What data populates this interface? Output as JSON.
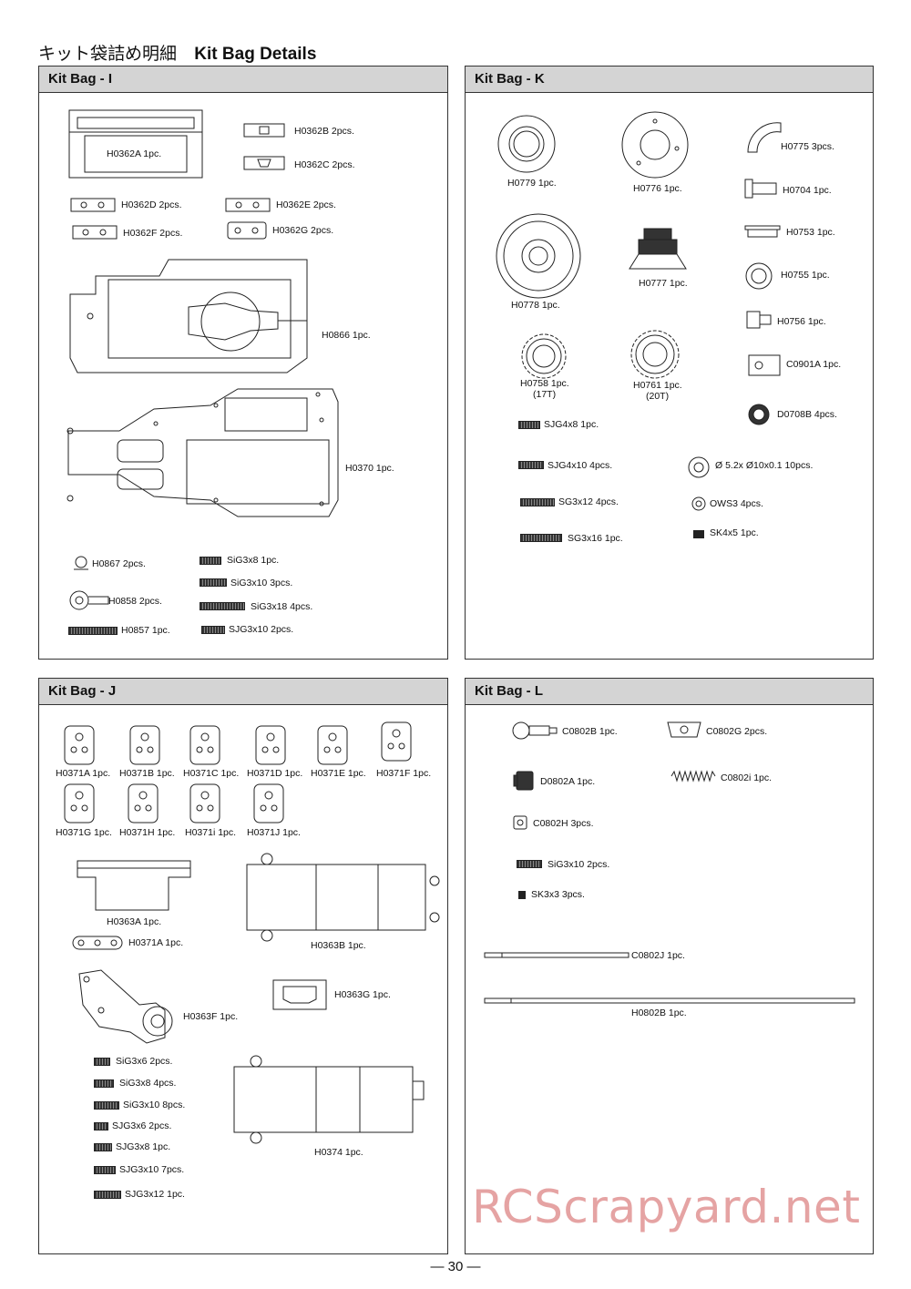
{
  "page": {
    "title_jp": "キット袋詰め明細",
    "title_en": "Kit Bag Details",
    "page_number": "— 30 —",
    "watermark": "RCScrapyard.net"
  },
  "bag_i": {
    "header": "Kit Bag - I",
    "parts": {
      "h0362a": "H0362A  1pc.",
      "h0362b": "H0362B  2pcs.",
      "h0362c": "H0362C  2pcs.",
      "h0362d": "H0362D  2pcs.",
      "h0362e": "H0362E  2pcs.",
      "h0362f": "H0362F  2pcs.",
      "h0362g": "H0362G  2pcs.",
      "h0866": "H0866  1pc.",
      "h0370": "H0370  1pc.",
      "h0867": "H0867  2pcs.",
      "h0858": "H0858  2pcs.",
      "h0857": "H0857  1pc.",
      "sig3x8": "SiG3x8  1pc.",
      "sig3x10": "SiG3x10  3pcs.",
      "sig3x18": "SiG3x18  4pcs.",
      "sjg3x10": "SJG3x10  2pcs."
    }
  },
  "bag_k": {
    "header": "Kit Bag - K",
    "parts": {
      "h0779": "H0779  1pc.",
      "h0776": "H0776  1pc.",
      "h0775": "H0775  3pcs.",
      "h0704": "H0704  1pc.",
      "h0778": "H0778  1pc.",
      "h0777": "H0777  1pc.",
      "h0753": "H0753  1pc.",
      "h0755": "H0755  1pc.",
      "h0756": "H0756  1pc.",
      "h0758": "H0758  1pc.",
      "h0758_sub": "(17T)",
      "h0761": "H0761  1pc.",
      "h0761_sub": "(20T)",
      "c0901a": "C0901A  1pc.",
      "d0708b": "D0708B  4pcs.",
      "sjg4x8": "SJG4x8  1pc.",
      "sjg4x10": "SJG4x10  4pcs.",
      "washer": "Ø 5.2x Ø10x0.1  10pcs.",
      "sg3x12": "SG3x12  4pcs.",
      "ows3": "OWS3  4pcs.",
      "sg3x16": "SG3x16  1pc.",
      "sk4x5": "SK4x5  1pc."
    }
  },
  "bag_j": {
    "header": "Kit Bag - J",
    "parts": {
      "h0371a": "H0371A  1pc.",
      "h0371b": "H0371B  1pc.",
      "h0371c": "H0371C  1pc.",
      "h0371d": "H0371D  1pc.",
      "h0371e": "H0371E  1pc.",
      "h0371f": "H0371F  1pc.",
      "h0371g": "H0371G  1pc.",
      "h0371h": "H0371H  1pc.",
      "h0371i": "H0371i  1pc.",
      "h0371j": "H0371J  1pc.",
      "h0363a": "H0363A  1pc.",
      "h0371a_2": "H0371A  1pc.",
      "h0363b": "H0363B  1pc.",
      "h0363f": "H0363F  1pc.",
      "h0363g": "H0363G  1pc.",
      "sig3x6": "SiG3x6  2pcs.",
      "sig3x8": "SiG3x8  4pcs.",
      "sig3x10": "SiG3x10  8pcs.",
      "sjg3x6": "SJG3x6  2pcs.",
      "sjg3x8": "SJG3x8  1pc.",
      "sjg3x10": "SJG3x10  7pcs.",
      "sjg3x12": "SJG3x12  1pc.",
      "h0374": "H0374  1pc."
    }
  },
  "bag_l": {
    "header": "Kit Bag - L",
    "parts": {
      "c0802b": "C0802B  1pc.",
      "c0802g": "C0802G  2pcs.",
      "d0802a": "D0802A  1pc.",
      "c0802i": "C0802i  1pc.",
      "c0802h": "C0802H  3pcs.",
      "sig3x10": "SiG3x10  2pcs.",
      "sk3x3": "SK3x3  3pcs.",
      "c0802j": "C0802J  1pc.",
      "h0802b": "H0802B  1pc."
    }
  }
}
